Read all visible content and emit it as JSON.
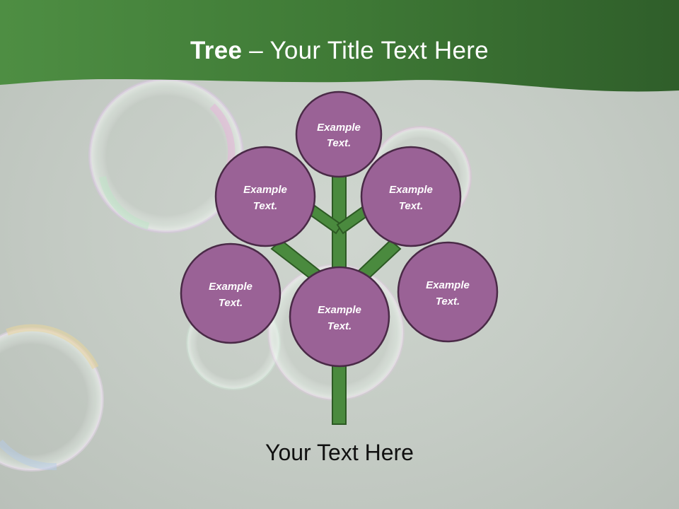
{
  "slide": {
    "title_bold": "Tree",
    "title_dash": " – ",
    "title_rest": "Your Title Text Here",
    "footer_text": "Your Text Here"
  },
  "colors": {
    "header_green": "#3d7a32",
    "node_fill": "#9a6296",
    "node_stroke": "#4a2a47",
    "stem_fill": "#4a8a3e",
    "stem_stroke": "#2d5a24"
  },
  "nodes": [
    {
      "line1": "Example",
      "line2": "Text."
    },
    {
      "line1": "Example",
      "line2": "Text."
    },
    {
      "line1": "Example",
      "line2": "Text."
    },
    {
      "line1": "Example",
      "line2": "Text."
    },
    {
      "line1": "Example",
      "line2": "Text."
    },
    {
      "line1": "Example",
      "line2": "Text."
    }
  ]
}
